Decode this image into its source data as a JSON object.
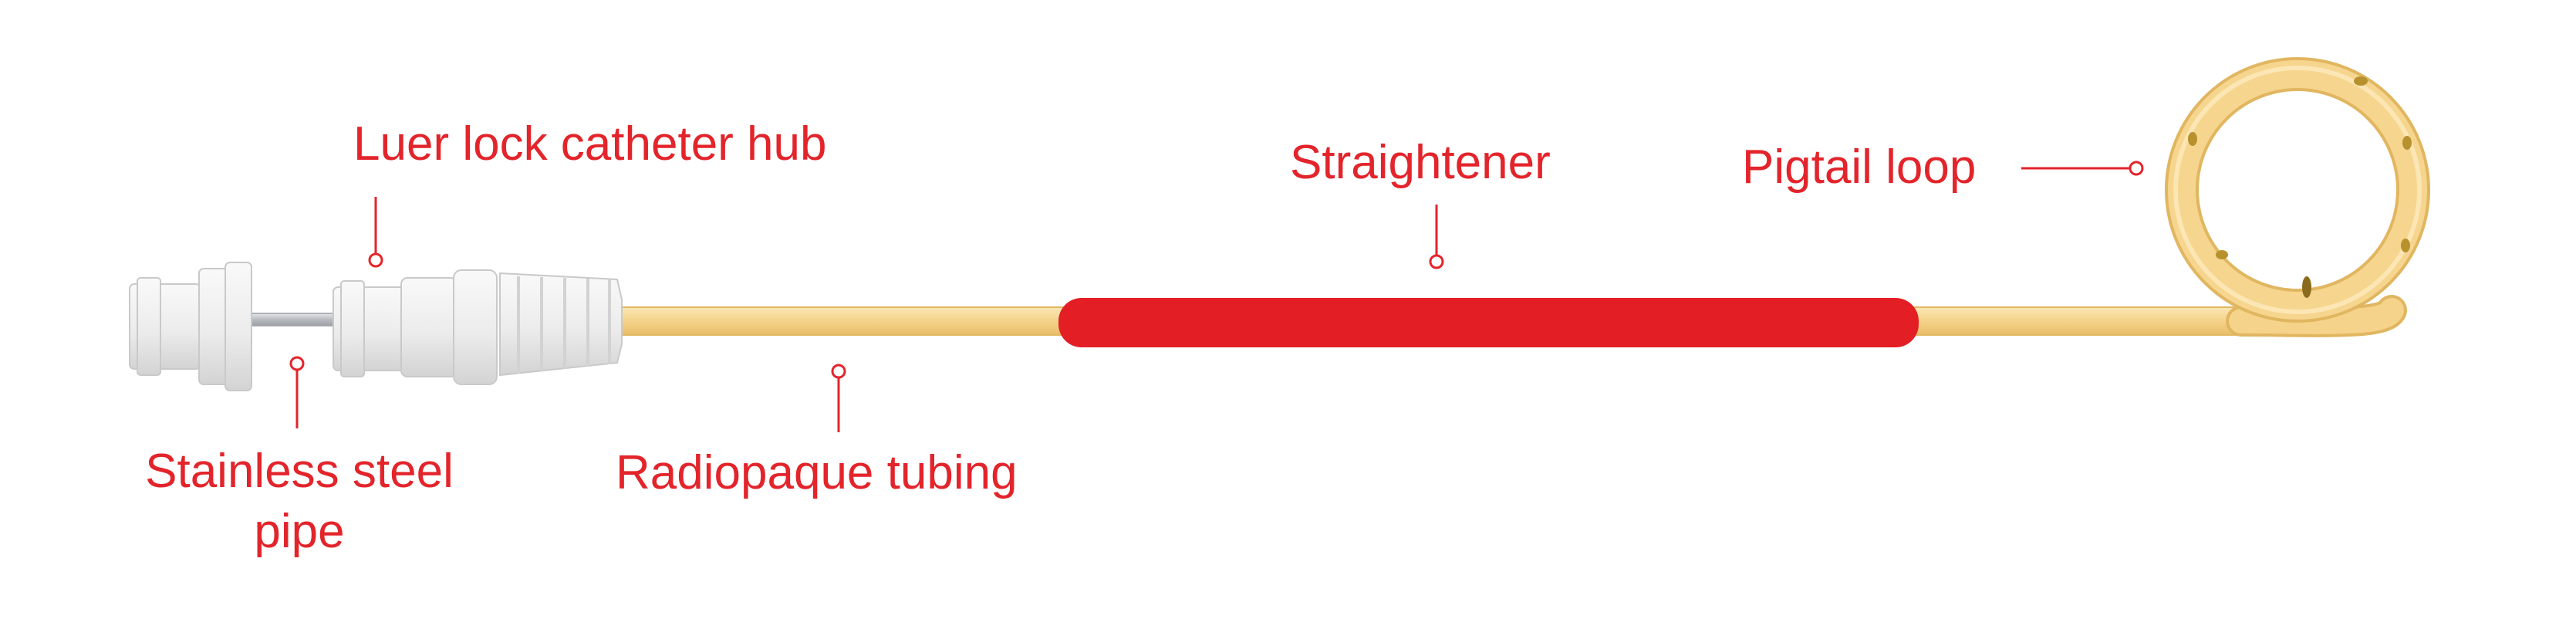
{
  "labels": {
    "luer_lock_hub": "Luer lock catheter hub",
    "stainless_steel_pipe": "Stainless steel pipe",
    "radiopaque_tubing": "Radiopaque tubing",
    "straightener": "Straightener",
    "pigtail_loop": "Pigtail loop"
  },
  "colors": {
    "label_text": "#e3242b",
    "tubing_fill": "#f6d58e",
    "tubing_edge": "#e3b95f",
    "straightener": "#e31e24",
    "hub_fill": "#f2f2f2",
    "hub_shadow": "#d6d6d6",
    "steel": "#c9ccd0"
  }
}
